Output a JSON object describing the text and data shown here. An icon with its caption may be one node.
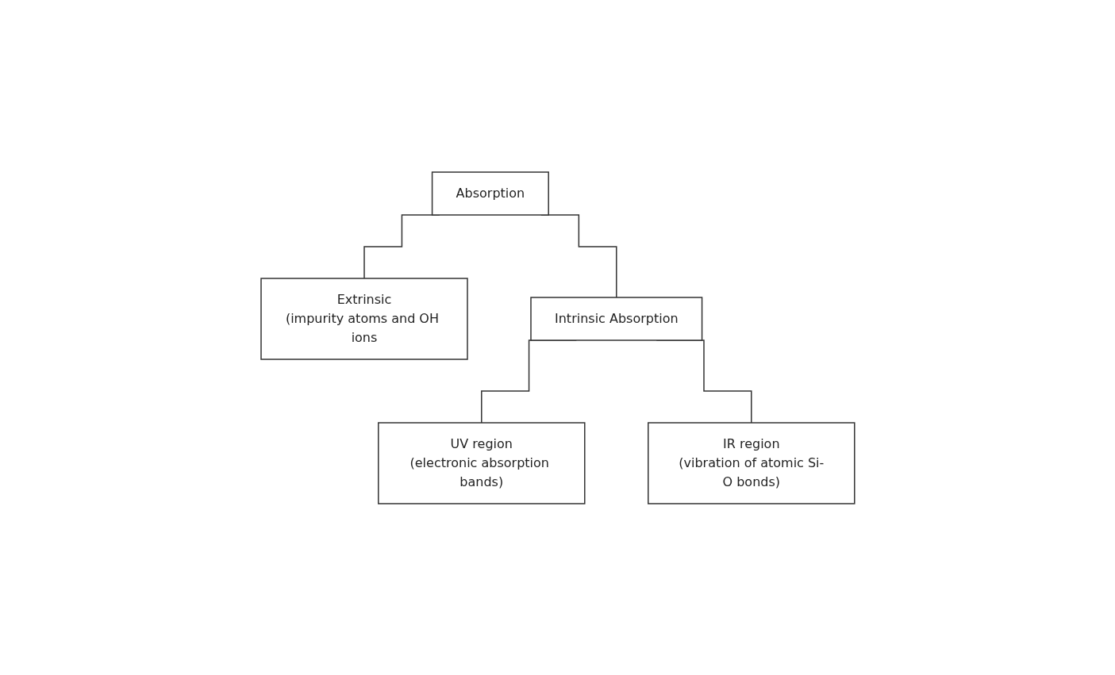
{
  "diagram": {
    "nodes": [
      {
        "text": [
          "Absorption"
        ]
      },
      {
        "text": [
          "Extrinsic",
          "(impurity atoms and OH ions"
        ]
      },
      {
        "text": [
          "Intrinsic Absorption"
        ]
      },
      {
        "text": [
          "UV region",
          "(electronic absorption bands)"
        ]
      },
      {
        "text": [
          "IR region",
          "(vibration of atomic Si-O bonds)"
        ]
      }
    ],
    "edges": [
      {
        "from": 0,
        "to": 1,
        "arrow": "none"
      },
      {
        "from": 0,
        "to": 2,
        "arrow": "none"
      },
      {
        "from": 2,
        "to": 3,
        "arrow": "none"
      },
      {
        "from": 2,
        "to": 4,
        "arrow": "none"
      }
    ]
  }
}
